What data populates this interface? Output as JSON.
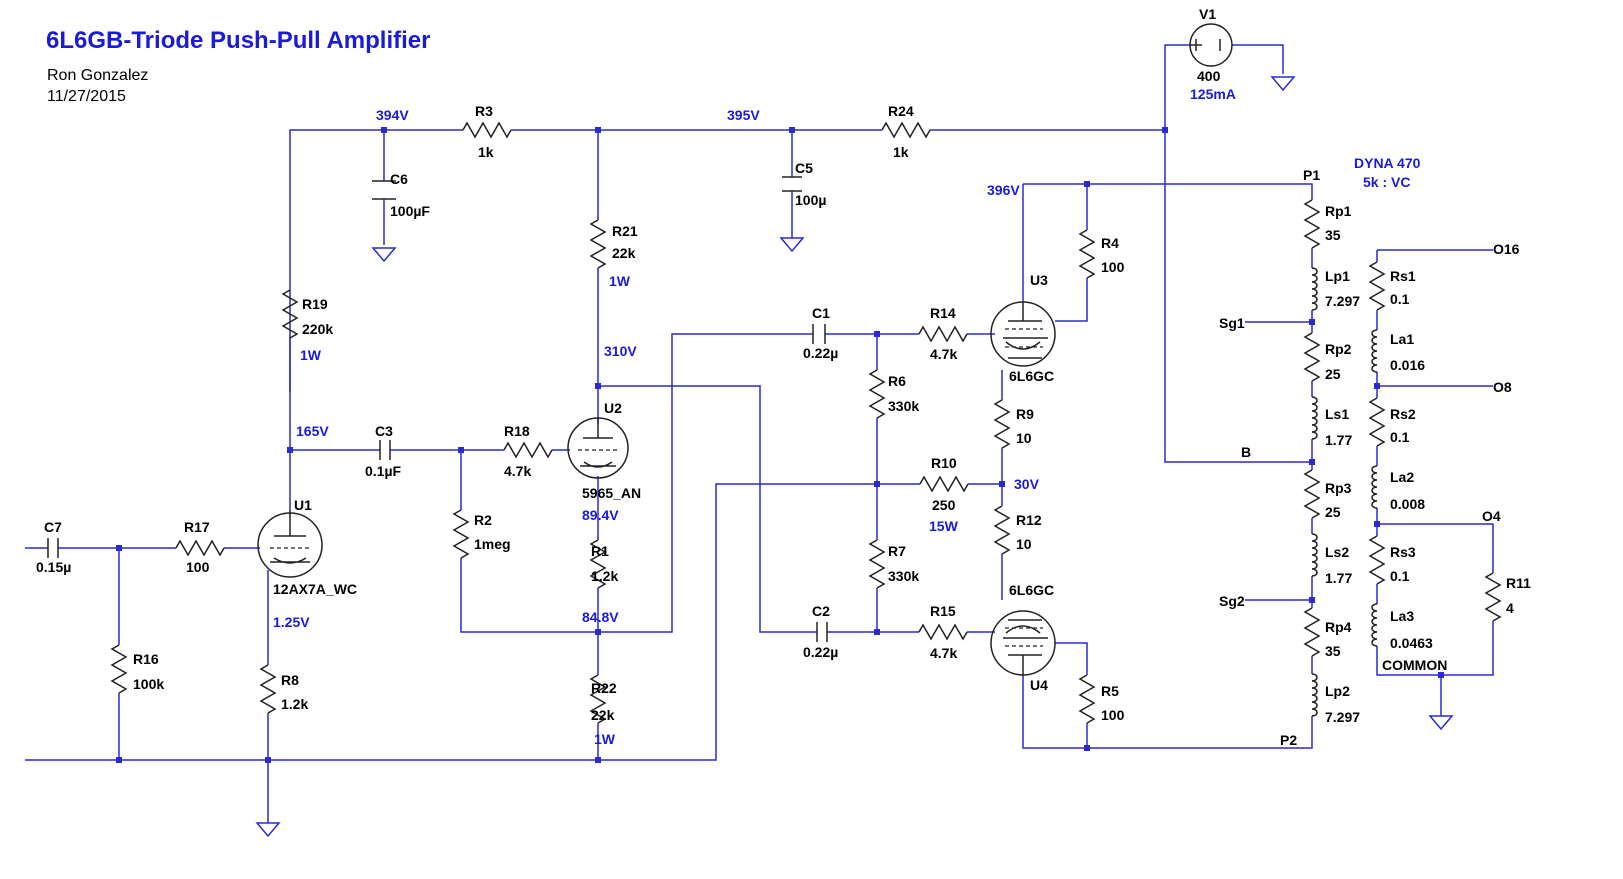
{
  "title": "6L6GB-Triode Push-Pull Amplifier",
  "author": "Ron Gonzalez",
  "date": "11/27/2015",
  "transformer": {
    "name": "DYNA 470",
    "ratio": "5k : VC"
  },
  "nodes": {
    "v394": "394V",
    "v395": "395V",
    "v396": "396V",
    "v310": "310V",
    "v165": "165V",
    "v894": "89.4V",
    "v848": "84.8V",
    "v30": "30V",
    "v125": "1.25V",
    "i125": "125mA"
  },
  "power": {
    "R19": "1W",
    "R21": "1W",
    "R22": "1W",
    "R10": "15W"
  },
  "nets": {
    "P1": "P1",
    "P2": "P2",
    "B": "B",
    "Sg1": "Sg1",
    "Sg2": "Sg2",
    "O16": "O16",
    "O8": "O8",
    "O4": "O4",
    "COMMON": "COMMON"
  },
  "parts": {
    "V1": {
      "ref": "V1",
      "value": "400"
    },
    "R3": {
      "ref": "R3",
      "value": "1k"
    },
    "R24": {
      "ref": "R24",
      "value": "1k"
    },
    "C6": {
      "ref": "C6",
      "value": "100µF"
    },
    "C5": {
      "ref": "C5",
      "value": "100µ"
    },
    "R21": {
      "ref": "R21",
      "value": "22k"
    },
    "R19": {
      "ref": "R19",
      "value": "220k"
    },
    "R4": {
      "ref": "R4",
      "value": "100"
    },
    "U3": {
      "ref": "U3",
      "value": "6L6GC"
    },
    "U4": {
      "ref": "U4",
      "value": "6L6GC"
    },
    "C1": {
      "ref": "C1",
      "value": "0.22µ"
    },
    "C2": {
      "ref": "C2",
      "value": "0.22µ"
    },
    "R14": {
      "ref": "R14",
      "value": "4.7k"
    },
    "R15": {
      "ref": "R15",
      "value": "4.7k"
    },
    "R6": {
      "ref": "R6",
      "value": "330k"
    },
    "R7": {
      "ref": "R7",
      "value": "330k"
    },
    "R9": {
      "ref": "R9",
      "value": "10"
    },
    "R10": {
      "ref": "R10",
      "value": "250"
    },
    "R12": {
      "ref": "R12",
      "value": "10"
    },
    "R5": {
      "ref": "R5",
      "value": "100"
    },
    "C3": {
      "ref": "C3",
      "value": "0.1µF"
    },
    "R18": {
      "ref": "R18",
      "value": "4.7k"
    },
    "U2": {
      "ref": "U2",
      "value": "5965_AN"
    },
    "R2": {
      "ref": "R2",
      "value": "1meg"
    },
    "R1": {
      "ref": "R1",
      "value": "1.2k"
    },
    "R22": {
      "ref": "R22",
      "value": "22k"
    },
    "U1": {
      "ref": "U1",
      "value": "12AX7A_WC"
    },
    "R8": {
      "ref": "R8",
      "value": "1.2k"
    },
    "C7": {
      "ref": "C7",
      "value": "0.15µ"
    },
    "R17": {
      "ref": "R17",
      "value": "100"
    },
    "R16": {
      "ref": "R16",
      "value": "100k"
    },
    "Rp1": {
      "ref": "Rp1",
      "value": "35"
    },
    "Lp1": {
      "ref": "Lp1",
      "value": "7.297"
    },
    "Rp2": {
      "ref": "Rp2",
      "value": "25"
    },
    "Ls1": {
      "ref": "Ls1",
      "value": "1.77"
    },
    "Rp3": {
      "ref": "Rp3",
      "value": "25"
    },
    "Ls2": {
      "ref": "Ls2",
      "value": "1.77"
    },
    "Rp4": {
      "ref": "Rp4",
      "value": "35"
    },
    "Lp2": {
      "ref": "Lp2",
      "value": "7.297"
    },
    "Rs1": {
      "ref": "Rs1",
      "value": "0.1"
    },
    "La1": {
      "ref": "La1",
      "value": "0.016"
    },
    "Rs2": {
      "ref": "Rs2",
      "value": "0.1"
    },
    "La2": {
      "ref": "La2",
      "value": "0.008"
    },
    "Rs3": {
      "ref": "Rs3",
      "value": "0.1"
    },
    "La3": {
      "ref": "La3",
      "value": "0.0463"
    },
    "R11": {
      "ref": "R11",
      "value": "4"
    }
  }
}
